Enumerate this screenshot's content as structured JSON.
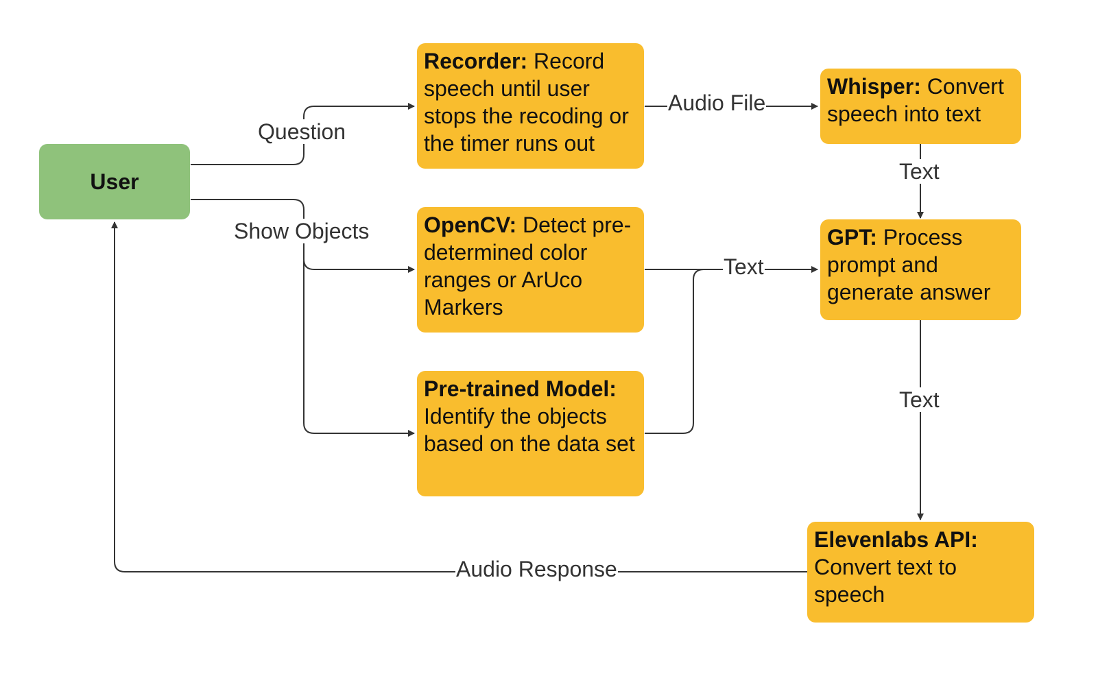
{
  "nodes": {
    "user": {
      "label": "User"
    },
    "recorder": {
      "title": "Recorder:",
      "text": " Record speech until user stops the recoding or the timer runs out"
    },
    "whisper": {
      "title": "Whisper:",
      "text": " Convert speech into text"
    },
    "opencv": {
      "title": "OpenCV:",
      "text": " Detect pre-determined color ranges or ArUco Markers"
    },
    "pretrained": {
      "title": "Pre-trained Model:",
      "text": " Identify the objects based on the data set"
    },
    "gpt": {
      "title": "GPT:",
      "text": " Process prompt and generate answer"
    },
    "elevenlabs": {
      "title": "Elevenlabs API:",
      "text": " Convert text to speech"
    }
  },
  "edges": {
    "question": "Question",
    "show_objects": "Show Objects",
    "audio_file": "Audio File",
    "whisper_to_gpt": "Text",
    "vision_to_gpt": "Text",
    "gpt_to_elevenlabs": "Text",
    "audio_response": "Audio Response"
  },
  "colors": {
    "user_fill": "#8fc27b",
    "process_fill": "#f9bd2e",
    "connector": "#333333"
  }
}
